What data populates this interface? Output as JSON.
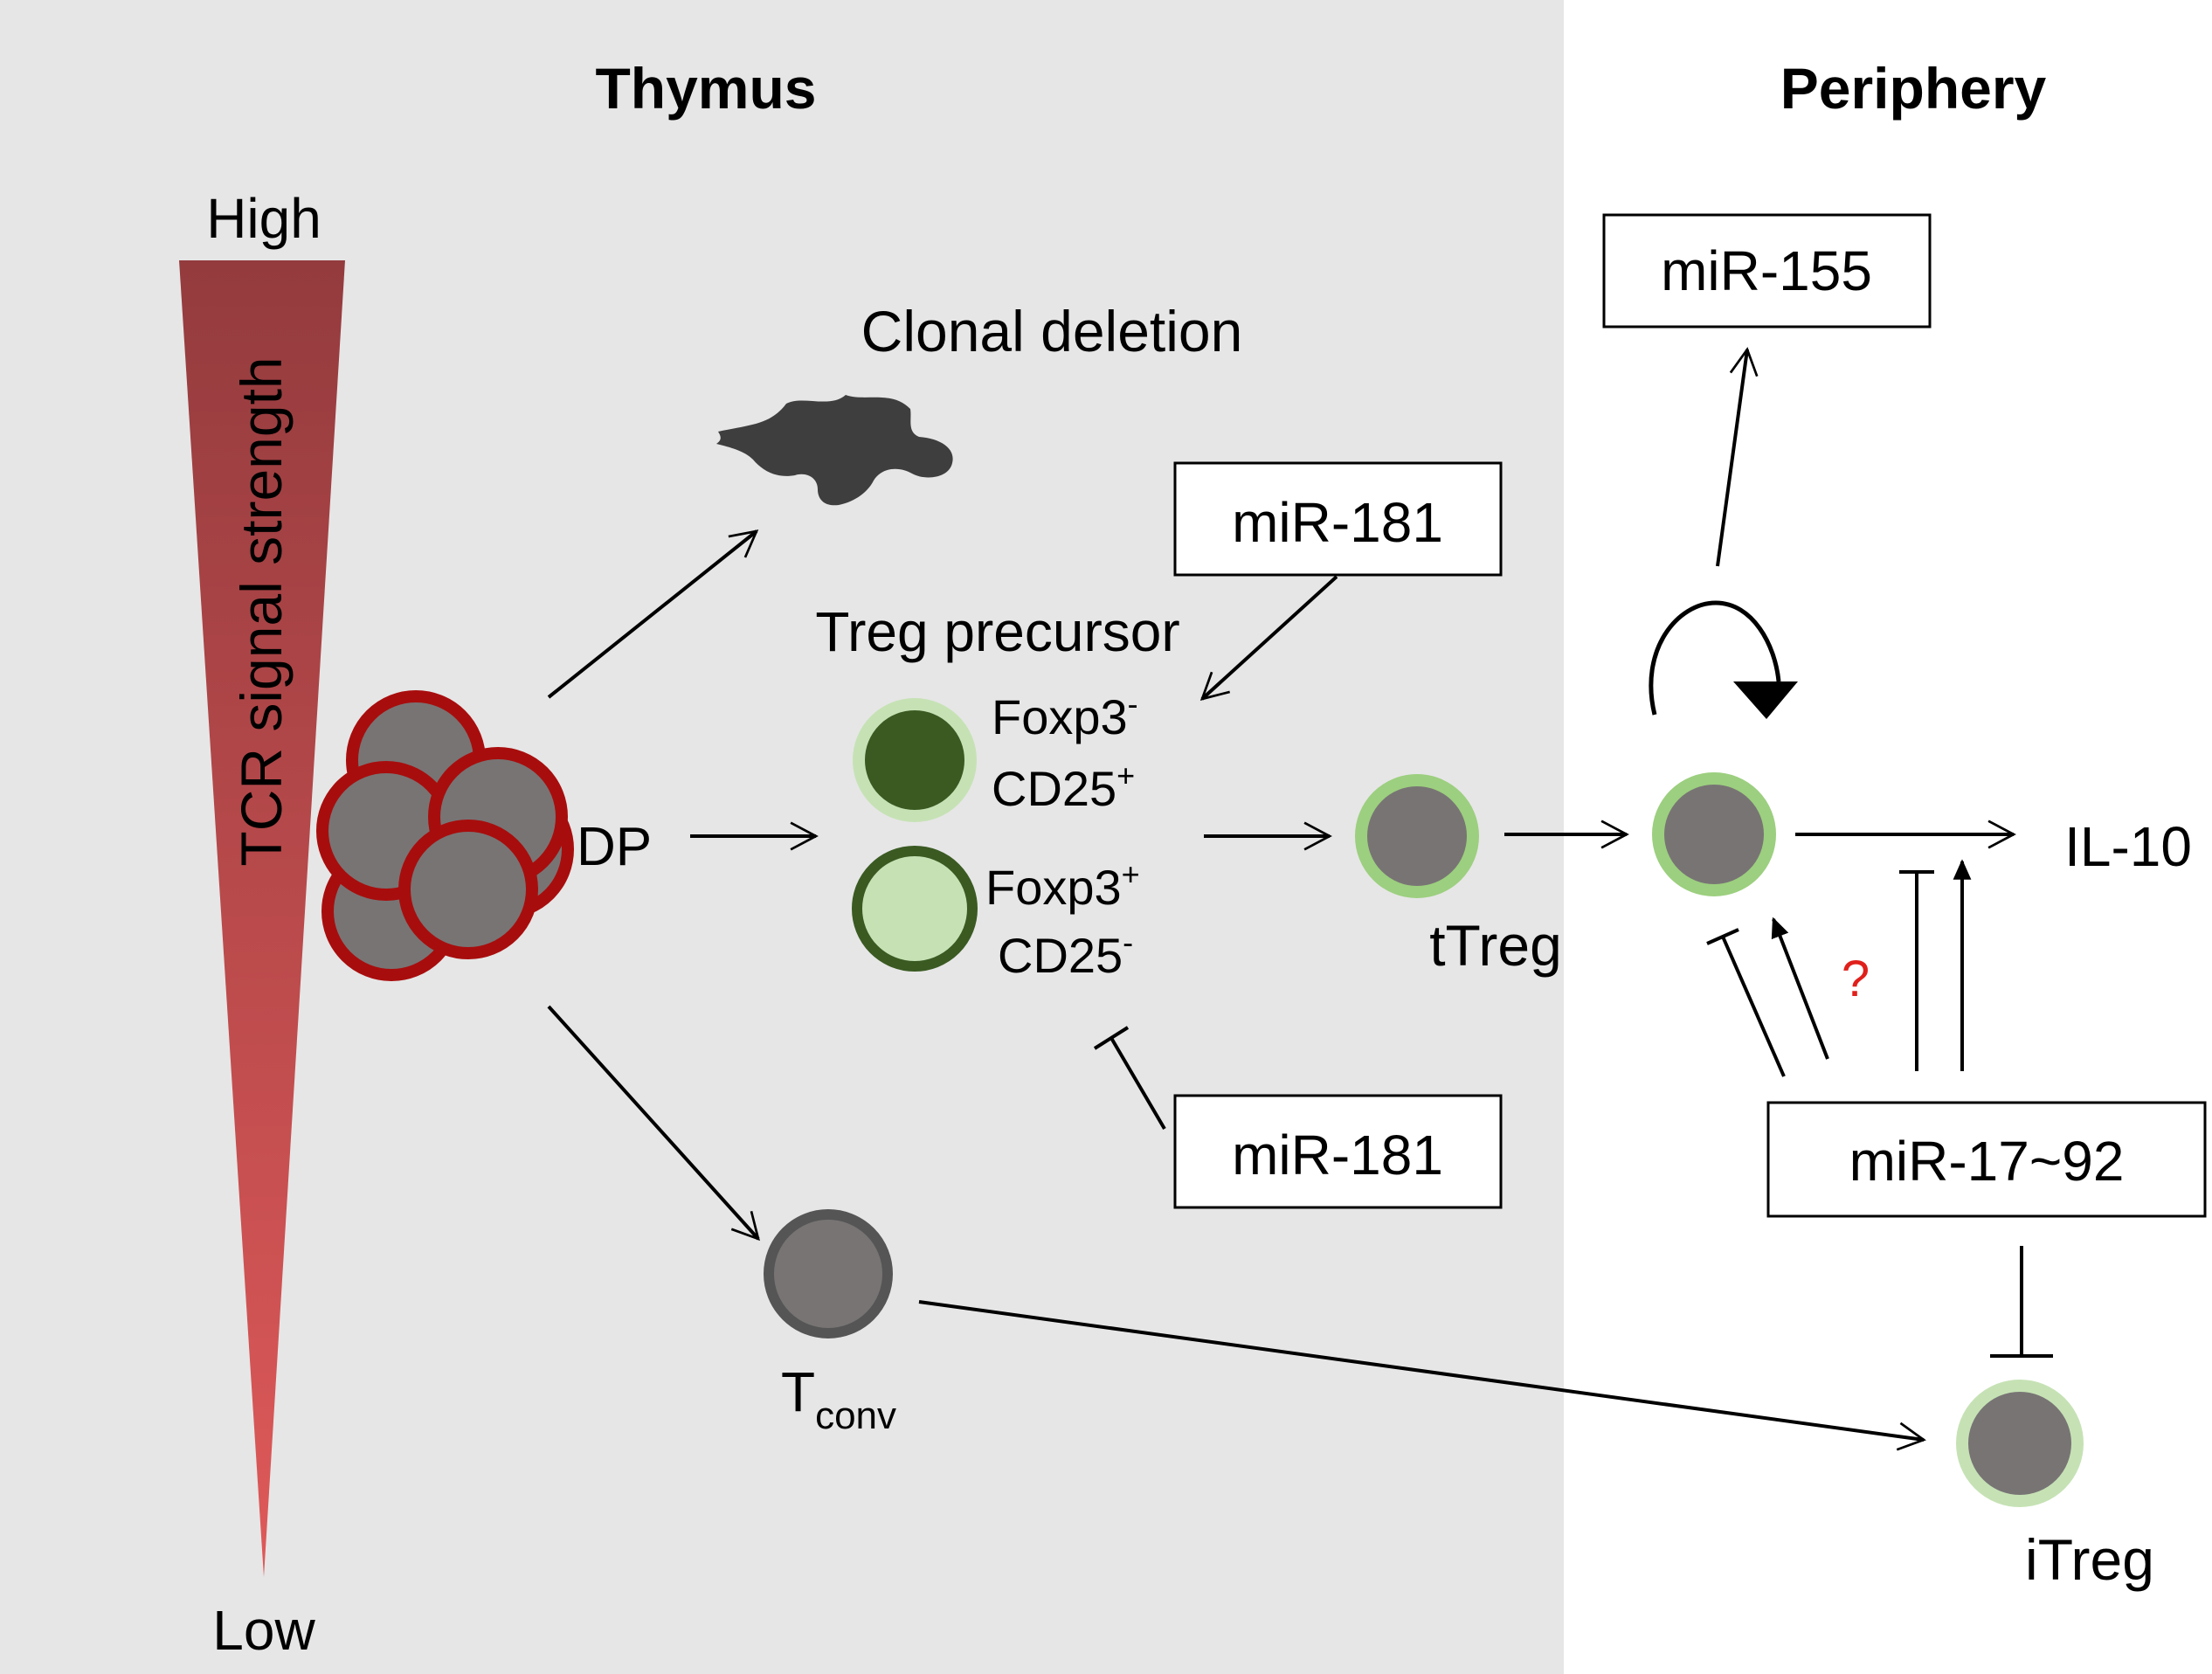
{
  "regions": {
    "thymus": "Thymus",
    "periphery": "Periphery"
  },
  "gradient": {
    "high": "High",
    "low": "Low",
    "label": "TCR signal strength"
  },
  "labels": {
    "clonal_deletion": "Clonal deletion",
    "treg_precursor": "Treg precursor",
    "dp": "DP",
    "foxp3_neg": "Foxp3",
    "foxp3_neg_sup": "-",
    "cd25_pos": "CD25",
    "cd25_pos_sup": "+",
    "foxp3_pos": "Foxp3",
    "foxp3_pos_sup": "+",
    "cd25_neg": "CD25",
    "cd25_neg_sup": "-",
    "ttreg": "tTreg",
    "tconv_main": "T",
    "tconv_sub": "conv",
    "il10": "IL-10",
    "itreg": "iTreg",
    "question": "?"
  },
  "mirna_boxes": {
    "mir155": "miR-155",
    "mir181_top": "miR-181",
    "mir181_bottom": "miR-181",
    "mir17_92": "miR-17~92"
  },
  "colors": {
    "thymus_bg": "#e6e6e6",
    "gradient_top": "#943b3e",
    "gradient_bottom": "#df5959",
    "dp_outline": "#a80d0d",
    "cell_gray": "#787474",
    "light_green": "#c6e2b5",
    "mid_green": "#9ccf7f",
    "dark_green": "#3a5a22",
    "question_red": "#e0201b"
  },
  "icons": {
    "dead_cell": "apoptotic-cell-icon"
  }
}
